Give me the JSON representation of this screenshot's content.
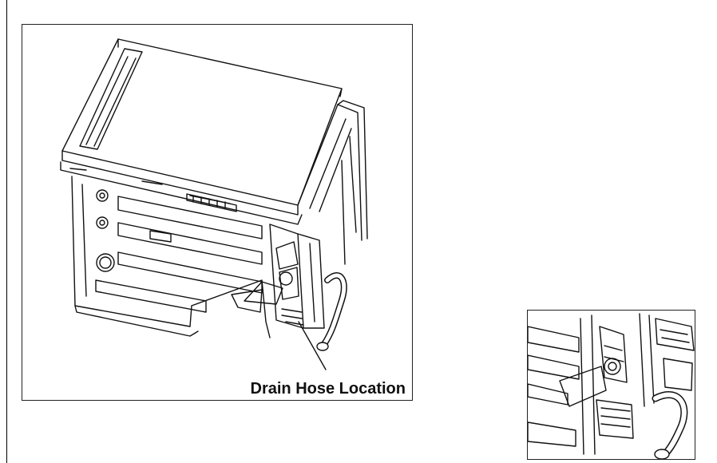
{
  "figure": {
    "callout_label": "Drain Hose Location"
  },
  "icons": {
    "main_illustration": "appliance-chassis-line-drawing",
    "detail_illustration": "drain-hose-closeup-line-drawing"
  },
  "colors": {
    "ink": "#111111",
    "paper": "#ffffff"
  }
}
